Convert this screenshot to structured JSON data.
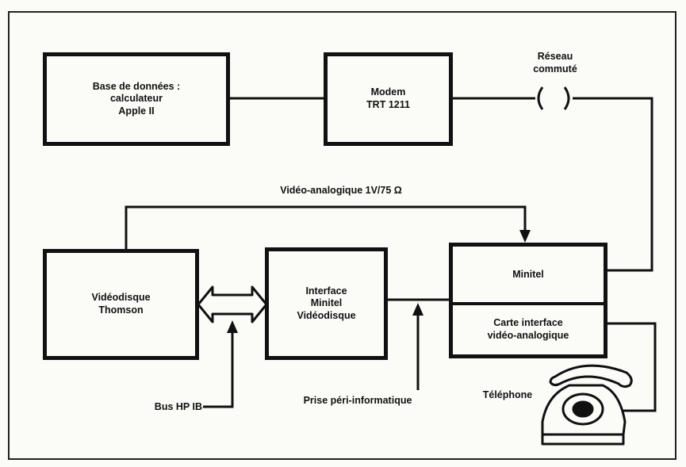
{
  "boxes": {
    "database": "Base de données :\ncalculateur\nApple II",
    "modem": "Modem\nTRT 1211",
    "videodisc": "Vidéodisque\nThomson",
    "interface": "Interface\nMinitel\nVidéodisque",
    "minitel": "Minitel",
    "video_card": "Carte interface\nvidéo-analogique"
  },
  "labels": {
    "switched_network": "Réseau\ncommuté",
    "analog_video": "Vidéo-analogique 1V/75 Ω",
    "bus": "Bus HP IB",
    "peripheral_socket": "Prise péri-informatique",
    "telephone": "Téléphone"
  }
}
